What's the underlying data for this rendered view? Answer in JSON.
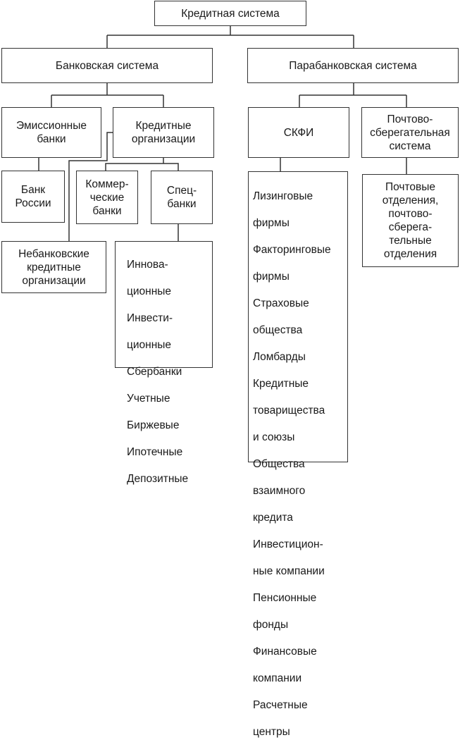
{
  "root": {
    "label": "Кредитная система"
  },
  "banking": {
    "label": "Банковская система"
  },
  "parabanking": {
    "label": "Парабанковская система"
  },
  "emission_banks": {
    "label": "Эмиссионные\nбанки"
  },
  "credit_orgs": {
    "label": "Кредитные\nорганизации"
  },
  "skfi": {
    "label": "СКФИ"
  },
  "postal_system": {
    "label": "Почтово-\nсберегательная\nсистема"
  },
  "bank_russia": {
    "label": "Банк\nРоссии"
  },
  "commercial_banks": {
    "label": "Коммер-\nческие\nбанки"
  },
  "spec_banks": {
    "label": "Спец-\nбанки"
  },
  "nonbank_credit": {
    "label": "Небанковские\nкредитные\nорганизации"
  },
  "spec_bank_types": {
    "items": [
      "Иннова-",
      "ционные",
      "Инвести-",
      "ционные",
      "Сбербанки",
      "Учетные",
      "Биржевые",
      "Ипотечные",
      "Депозитные"
    ]
  },
  "skfi_types": {
    "items": [
      "Лизинговые",
      "фирмы",
      "Факторинговые",
      "фирмы",
      "Страховые",
      "общества",
      "Ломбарды",
      "Кредитные",
      "товарищества",
      "и союзы",
      "Общества",
      "взаимного",
      "кредита",
      "Инвестицион-",
      "ные компании",
      "Пенсионные",
      "фонды",
      "Финансовые",
      "компании",
      "Расчетные",
      "центры"
    ]
  },
  "postal_offices": {
    "label": "Почтовые\nотделения,\nпочтово-\nсберега-\nтельные\nотделения"
  }
}
